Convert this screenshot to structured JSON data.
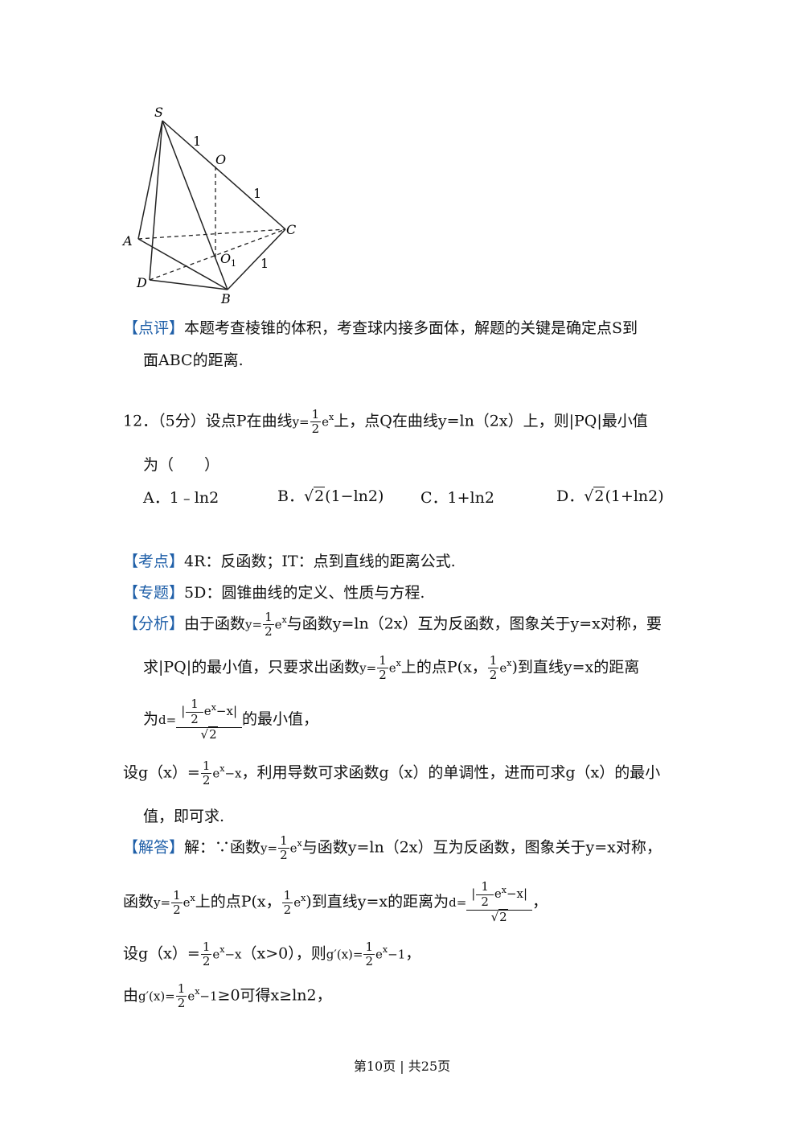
{
  "figure": {
    "labels": {
      "S": "S",
      "O": "O",
      "C": "C",
      "A": "A",
      "O1": "O",
      "O1sub": "1",
      "D": "D",
      "B": "B",
      "one_a": "1",
      "one_b": "1",
      "one_c": "1"
    }
  },
  "review": {
    "tag": "【点评】",
    "line1": "本题考查棱锥的体积，考查球内接多面体，解题的关键是确定点S到",
    "line2": "面ABC的距离."
  },
  "q12": {
    "prefix": "12．（5分）设点P在曲线",
    "mid": "上，点Q在曲线y=ln（2x）上，则|PQ|最小值",
    "line2": "为（　　）",
    "opt_a": "A．1﹣ln2",
    "opt_b_label": "B．",
    "opt_b_tail": "(1−ln2)",
    "opt_c": "C．1+ln2",
    "opt_d_label": "D．",
    "opt_d_tail": "(1+ln2)"
  },
  "kaodian": {
    "tag": "【考点】",
    "text": "4R：反函数；IT：点到直线的距离公式."
  },
  "zhuanti": {
    "tag": "【专题】",
    "text": "5D：圆锥曲线的定义、性质与方程."
  },
  "fenxi": {
    "tag": "【分析】",
    "l1a": "由于函数",
    "l1b": "与函数y=ln（2x）互为反函数，图象关于y=x对称，要",
    "l2a": "求|PQ|的最小值，只要求出函数",
    "l2b": "上的点P(x，",
    "l2c": ")到直线y=x的距离",
    "l3a": "为",
    "l3b": "的最小值，",
    "l4a": "设g（x）=",
    "l4b": "，利用导数可求函数g（x）的单调性，进而可求g（x）的最小",
    "l5": "值，即可求."
  },
  "jieda": {
    "tag": "【解答】",
    "l1a": "解：∵函数",
    "l1b": "与函数y=ln（2x）互为反函数，图象关于y=x对称，",
    "l2a": "函数",
    "l2b": "上的点P(x，",
    "l2c": ")到直线y=x的距离为",
    "l2d": "，",
    "l3a": "设g（x）=",
    "l3b": "（x>0），则",
    "l3c": "，",
    "l4a": "由",
    "l4b": "≥0可得x≥ln2，"
  },
  "math": {
    "y_eq": "y=",
    "one": "1",
    "two": "2",
    "e": "e",
    "x": "x",
    "minus_x": "−x",
    "d_eq": "d=",
    "abs_l": "|",
    "abs_r": "|",
    "sqrt2": "2",
    "gprime": "g′(x)=",
    "minus1": "−1"
  },
  "footer": {
    "text": "第10页 | 共25页"
  }
}
